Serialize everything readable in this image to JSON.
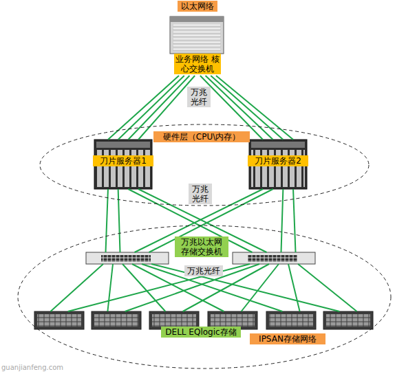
{
  "diagram": {
    "nodes": [
      {
        "text": [
          "以太网络",
          "业务网络 核心交换机"
        ]
      },
      {
        "text": [
          "硬件层（CPU\\内存）"
        ]
      },
      {
        "text": [
          "刀片服务器1"
        ],
        "in": 1
      },
      {
        "text": [
          "刀片服务器2"
        ],
        "in": 1
      },
      {
        "text": [
          "IPSAN存储网络"
        ]
      },
      {
        "text": [],
        "in": 4
      },
      {
        "text": [],
        "in": 4
      },
      {
        "text": [],
        "in": 4
      },
      {
        "text": [],
        "in": 4
      },
      {
        "text": [],
        "in": 4
      },
      {
        "text": [],
        "in": 4
      },
      {
        "text": [],
        "in": 4
      },
      {
        "text": [],
        "in": 4
      }
    ],
    "edges": [
      {
        "from": 0,
        "to": 2,
        "arrow": "none"
      },
      {
        "from": 0,
        "to": 2,
        "arrow": "none"
      },
      {
        "from": 0,
        "to": 2,
        "arrow": "none"
      },
      {
        "from": 0,
        "to": 2,
        "arrow": "none"
      },
      {
        "from": 0,
        "to": 3,
        "arrow": "none"
      },
      {
        "from": 0,
        "to": 3,
        "arrow": "none"
      },
      {
        "from": 0,
        "to": 3,
        "arrow": "none"
      },
      {
        "from": 0,
        "to": 3,
        "arrow": "none"
      },
      {
        "from": 2,
        "to": 5,
        "arrow": "none"
      },
      {
        "from": 2,
        "to": 5,
        "arrow": "none"
      },
      {
        "from": 2,
        "to": 6,
        "arrow": "none"
      },
      {
        "from": 2,
        "to": 6,
        "arrow": "none"
      },
      {
        "from": 3,
        "to": 5,
        "arrow": "none"
      },
      {
        "from": 3,
        "to": 5,
        "arrow": "none"
      },
      {
        "from": 3,
        "to": 6,
        "arrow": "none"
      },
      {
        "from": 3,
        "to": 6,
        "arrow": "none"
      },
      {
        "from": 5,
        "to": 7,
        "arrow": "none"
      },
      {
        "from": 5,
        "to": 8,
        "arrow": "none"
      },
      {
        "from": 5,
        "to": 9,
        "arrow": "none"
      },
      {
        "from": 5,
        "to": 10,
        "arrow": "none"
      },
      {
        "from": 5,
        "to": 11,
        "arrow": "none"
      },
      {
        "from": 5,
        "to": 12,
        "arrow": "none"
      },
      {
        "from": 6,
        "to": 7,
        "arrow": "none"
      },
      {
        "from": 6,
        "to": 8,
        "arrow": "none"
      },
      {
        "from": 6,
        "to": 9,
        "arrow": "none"
      },
      {
        "from": 6,
        "to": 10,
        "arrow": "none"
      },
      {
        "from": 6,
        "to": 11,
        "arrow": "none"
      },
      {
        "from": 6,
        "to": 12,
        "arrow": "none"
      }
    ],
    "labels": [
      "万兆 光纤",
      "万兆 光纤",
      "万兆以太网 存储交换机",
      "万兆光纤",
      "DELL EQlogic存储",
      "guanjianfeng.com"
    ]
  }
}
